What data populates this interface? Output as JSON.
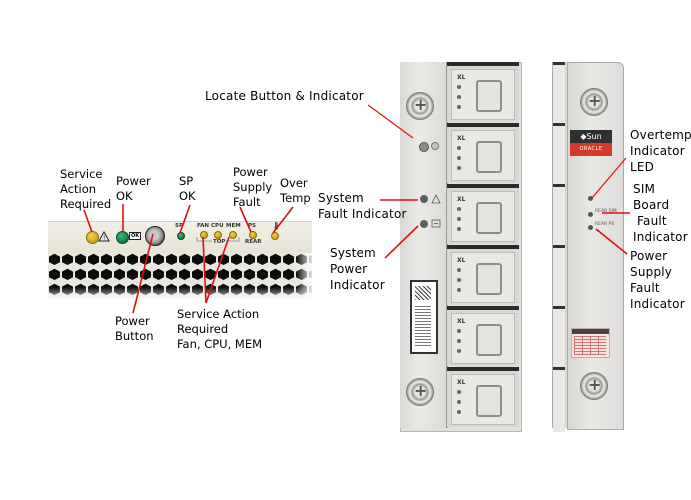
{
  "front_panel_callouts": {
    "service_action_required": "Service\nAction\nRequired",
    "power_ok": "Power\nOK",
    "sp_ok": "SP\nOK",
    "power_supply_fault": "Power\nSupply\nFault",
    "over_temp": "Over\nTemp",
    "power_button": "Power\nButton",
    "service_action_fan_cpu_mem": "Service Action\nRequired\nFan, CPU, MEM"
  },
  "panel_markings": {
    "sp": "SP",
    "fan": "FAN",
    "cpu": "CPU",
    "mem": "MEM",
    "top": "TOP",
    "ps": "PS",
    "rear": "REAR",
    "ok": "OK"
  },
  "chassis_callouts": {
    "locate": "Locate Button & Indicator",
    "system_fault": "System\nFault Indicator",
    "system_power": "System\nPower\nIndicator"
  },
  "rear_callouts": {
    "overtemp": "Overtemp\nIndicator\nLED",
    "sim_board": "SIM\nBoard\n Fault\nIndicator",
    "power_supply": "Power\nSupply\nFault\nIndicator"
  },
  "drive_bay": {
    "label": "XL",
    "count": 6
  },
  "brand": {
    "top": "Sun",
    "bottom": "ORACLE"
  },
  "rear_led_labels": {
    "sim": "REAR\nSIM",
    "ps": "REAR\nPS"
  },
  "colors": {
    "callout_line": "#e01010",
    "led_amber": "#d4a91c",
    "led_green": "#1a8a50",
    "oracle_red": "#d23a2a"
  }
}
